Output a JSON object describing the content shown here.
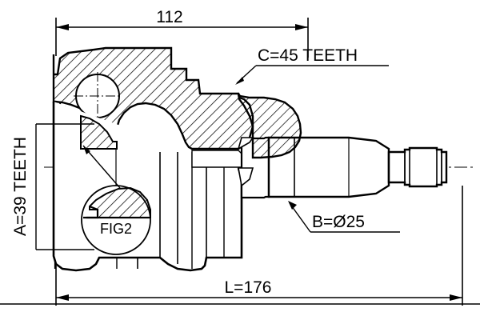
{
  "drawing": {
    "type": "technical-cross-section",
    "subject": "cv-joint-assembly",
    "background_color": "#ffffff",
    "line_color": "#000000"
  },
  "dimensions": {
    "overall_length": {
      "label": "L=176",
      "value": 176,
      "position": "bottom",
      "underlined": true
    },
    "joint_length": {
      "label": "112",
      "value": 112,
      "position": "top",
      "underlined": false
    },
    "inner_spline": {
      "label": "A=39 TEETH",
      "value": 39,
      "position": "left",
      "rotated": true
    },
    "outer_spline": {
      "label": "C=45 TEETH",
      "value": 45,
      "position": "top-right",
      "underlined": true
    },
    "shaft_diameter": {
      "label": "B=Ø25",
      "value": 25,
      "position": "right",
      "underlined": true
    }
  },
  "detail_callout": {
    "label": "FIG2",
    "shape": "circle"
  }
}
